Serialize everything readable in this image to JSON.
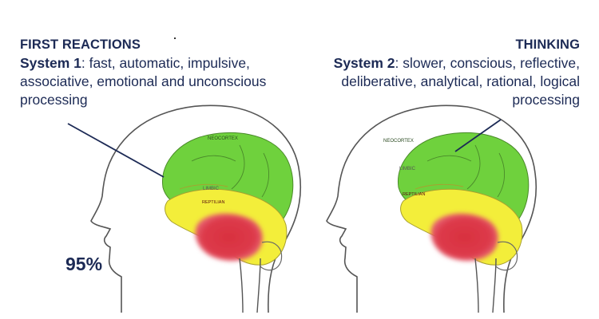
{
  "left_panel": {
    "heading": "FIRST REACTIONS",
    "system_label": "System 1",
    "description": ": fast, automatic, impulsive, associative, emotional and unconscious processing",
    "percent": "95%"
  },
  "right_panel": {
    "heading": "THINKING",
    "system_label": "System 2",
    "description": ": slower, conscious, reflective, deliberative, analytical, rational, logical processing"
  },
  "brain_labels": {
    "neocortex": "NEOCORTEX",
    "limbic": "LIMBIC",
    "reptilian": "REPTILIAN"
  },
  "colors": {
    "text": "#1c2a55",
    "neocortex": "#6fd13d",
    "limbic": "#f3ee3a",
    "reptilian": "#d8313f",
    "outline": "#555555"
  }
}
